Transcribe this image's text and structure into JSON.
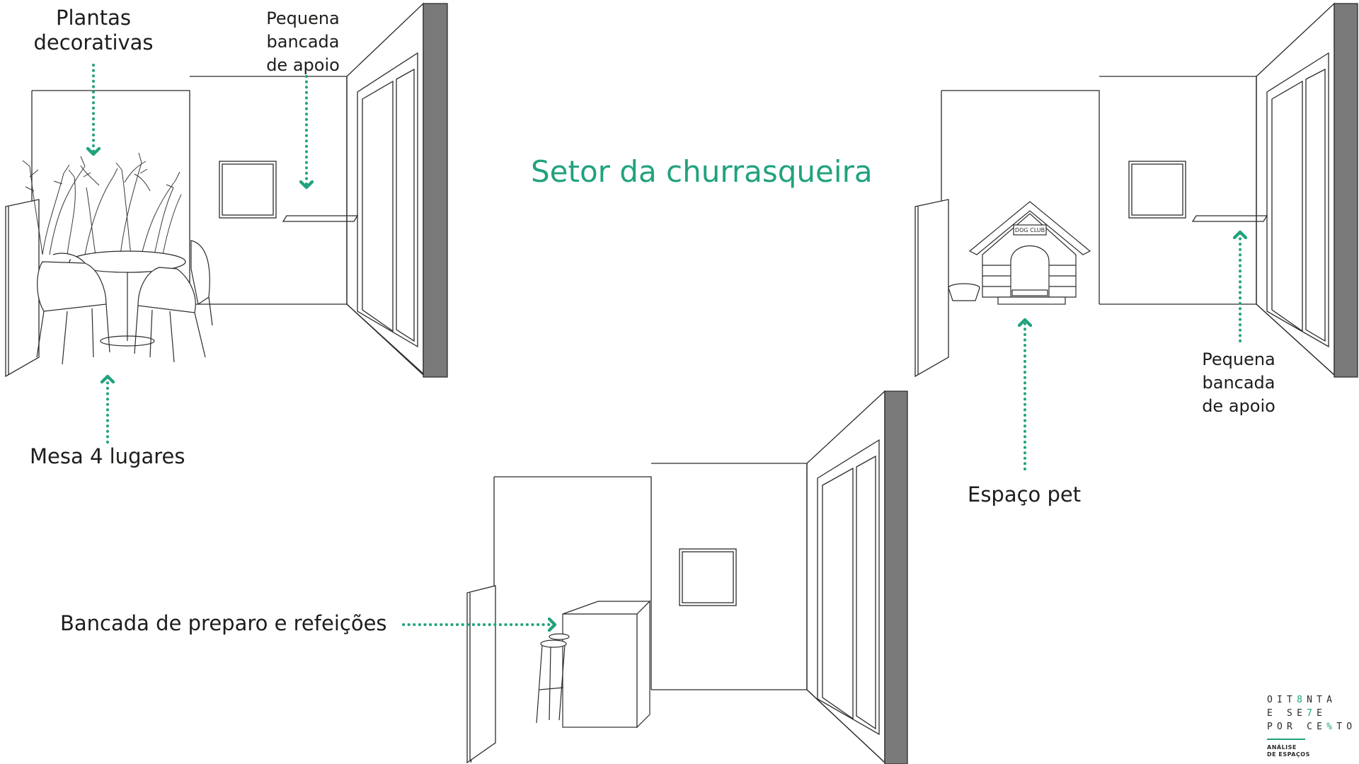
{
  "title": "Setor da churrasqueira",
  "colors": {
    "accent": "#21a27e",
    "line": "#2b2b2b",
    "dark_wall": "#7a7a7a"
  },
  "labels": {
    "plantas_l1": "Plantas",
    "plantas_l2": "decorativas",
    "bancada_apoio_1_l1": "Pequena",
    "bancada_apoio_1_l2": "bancada",
    "bancada_apoio_1_l3": "de apoio",
    "mesa": "Mesa 4 lugares",
    "bancada_preparo": "Bancada de preparo e refeições",
    "espaco_pet": "Espaço pet",
    "bancada_apoio_2_l1": "Pequena",
    "bancada_apoio_2_l2": "bancada",
    "bancada_apoio_2_l3": "de apoio",
    "dog_sign": "DOG CLUB"
  },
  "logo": {
    "l1_a": "OIT",
    "l1_b": "8",
    "l1_c": "NTA",
    "l2_a": "E SE",
    "l2_b": "7",
    "l2_c": "E",
    "l3_a": "POR CE",
    "l3_b": "%",
    "l3_c": "TO",
    "sub1": "ANÁLISE",
    "sub2": "DE ESPAÇOS"
  }
}
